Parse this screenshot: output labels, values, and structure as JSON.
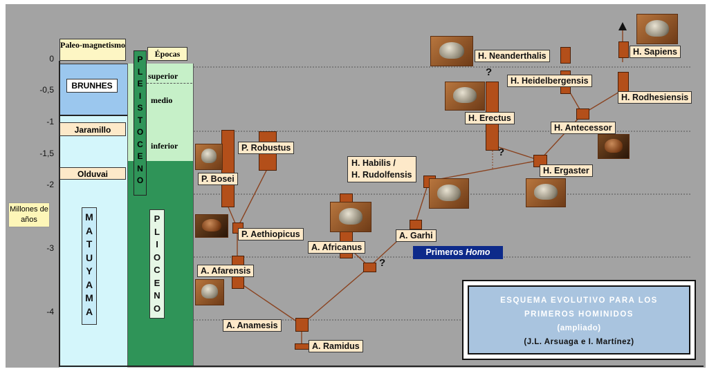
{
  "colors": {
    "background": "#a3a3a3",
    "brunhes": "#9bc7ee",
    "matuyama": "#d4f6fb",
    "pleistocene_light": "#c6f0c8",
    "pliocene_green": "#2f9458",
    "label_fill": "#fde9c9",
    "branch_line": "#8a4320",
    "bar_fill": "#b34f1a",
    "primeros_box": "#0d2a8a",
    "scheme_box": "#a9c4df"
  },
  "axis": {
    "ylabel": "Millones de años",
    "ticks": [
      "0",
      "-0,5",
      "-1",
      "-1,5",
      "-2",
      "-3",
      "-4"
    ],
    "unit": "millones de años"
  },
  "columns": {
    "paleomagnetism_header": "Paleo-magnetismo",
    "epochs_header": "Épocas",
    "brunhes": "BRUNHES",
    "jaramillo": "Jaramillo",
    "olduvai": "Olduvai",
    "matuyama": "MATUYAMA",
    "pleistoceno": "PLEISTOCENO",
    "plioceno": "PLIOCENO",
    "superior": "superior",
    "medio": "medio",
    "inferior": "inferior"
  },
  "species": {
    "neanderthalis": "H. Neanderthalis",
    "sapiens": "H. Sapiens",
    "heidelbergensis": "H. Heidelbergensis",
    "rodhesiensis": "H. Rodhesiensis",
    "erectus": "H. Erectus",
    "antecessor": "H. Antecessor",
    "ergaster": "H. Ergaster",
    "habilis": "H. Habilis /",
    "rudolfensis": "H. Rudolfensis",
    "p_robustus": "P. Robustus",
    "p_bosei": "P. Bosei",
    "p_aethiopicus": "P. Aethiopicus",
    "a_africanus": "A. Africanus",
    "a_garhi": "A. Garhi",
    "a_afarensis": "A. Afarensis",
    "a_anamensis": "A. Anamesis",
    "a_ramidus": "A. Ramidus"
  },
  "marks": {
    "question": "?"
  },
  "primeros_homo": {
    "prefix": "Primeros ",
    "italic": "Homo"
  },
  "scheme": {
    "line1": "ESQUEMA EVOLUTIVO PARA LOS",
    "line2": "PRIMEROS HOMINIDOS",
    "line3": "(ampliado)",
    "line4": "(J.L. Arsuaga e I. Martínez)"
  },
  "icons": [
    "skull-photo",
    "up-arrow"
  ]
}
